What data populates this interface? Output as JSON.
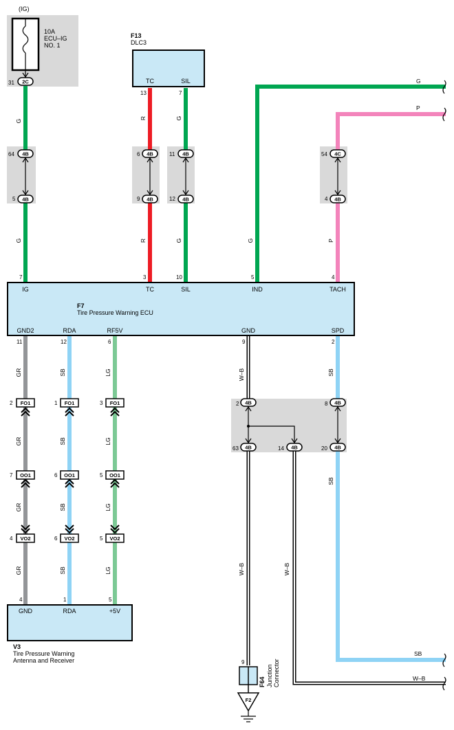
{
  "ig_label": "(IG)",
  "fuse": {
    "rating": "10A",
    "name1": "ECU–IG",
    "name2": "NO. 1",
    "pin": "31",
    "conn": "2C"
  },
  "dlc3": {
    "code": "F13",
    "name": "DLC3",
    "tc": "TC",
    "sil": "SIL",
    "tc_pin": "13",
    "sil_pin": "7"
  },
  "ecu": {
    "code": "F7",
    "name": "Tire Pressure Warning ECU",
    "top_terms": [
      {
        "label": "IG",
        "pin": "7"
      },
      {
        "label": "TC",
        "pin": "3"
      },
      {
        "label": "SIL",
        "pin": "10"
      },
      {
        "label": "IND",
        "pin": "5"
      },
      {
        "label": "TACH",
        "pin": "4"
      }
    ],
    "bottom_terms": [
      {
        "label": "GND2",
        "pin": "11"
      },
      {
        "label": "RDA",
        "pin": "12"
      },
      {
        "label": "RF5V",
        "pin": "6"
      },
      {
        "label": "GND",
        "pin": "9"
      },
      {
        "label": "SPD",
        "pin": "2"
      }
    ]
  },
  "junctions_top": [
    {
      "p1": "64",
      "c1": "4B",
      "p2": "5",
      "c2": "4B"
    },
    {
      "p1": "6",
      "c1": "4B",
      "p2": "9",
      "c2": "4B"
    },
    {
      "p1": "11",
      "c1": "4B",
      "p2": "12",
      "c2": "4B"
    },
    {
      "p1": "54",
      "c1": "4C",
      "p2": "4",
      "c2": "4B"
    }
  ],
  "junction_bottom": {
    "in_gnd_pin": "2",
    "in_spd_pin": "8",
    "out1_pin": "63",
    "out2_pin": "14",
    "out3_pin": "20",
    "conn": "4B"
  },
  "connectors_mid": [
    {
      "row": [
        {
          "pin": "2",
          "name": "FO1"
        },
        {
          "pin": "1",
          "name": "FO1"
        },
        {
          "pin": "3",
          "name": "FO1"
        }
      ]
    },
    {
      "row": [
        {
          "pin": "7",
          "name": "OO1"
        },
        {
          "pin": "6",
          "name": "OO1"
        },
        {
          "pin": "5",
          "name": "OO1"
        }
      ]
    },
    {
      "row": [
        {
          "pin": "4",
          "name": "VO2"
        },
        {
          "pin": "6",
          "name": "VO2"
        },
        {
          "pin": "5",
          "name": "VO2"
        }
      ]
    }
  ],
  "v3": {
    "code": "V3",
    "name1": "Tire Pressure Warning",
    "name2": "Antenna and Receiver",
    "terms": [
      {
        "label": "GND",
        "pin": "4"
      },
      {
        "label": "RDA",
        "pin": "1"
      },
      {
        "label": "+5V",
        "pin": "5"
      }
    ]
  },
  "f64": {
    "code": "F64",
    "name1": "Junction",
    "name2": "Connector",
    "pin": "9"
  },
  "ground": {
    "code": "F2"
  },
  "wires": {
    "G": "G",
    "R": "R",
    "P": "P",
    "GR": "GR",
    "SB": "SB",
    "LG": "LG",
    "WB": "W–B"
  },
  "colors": {
    "green": "#00a651",
    "red": "#ed1c24",
    "pink": "#f384bb",
    "gray": "#939598",
    "lightblue": "#8fd3f5",
    "lightgreen": "#7cc995",
    "box_fill": "#c9e8f6",
    "splice_grey": "#d9d9d9"
  }
}
